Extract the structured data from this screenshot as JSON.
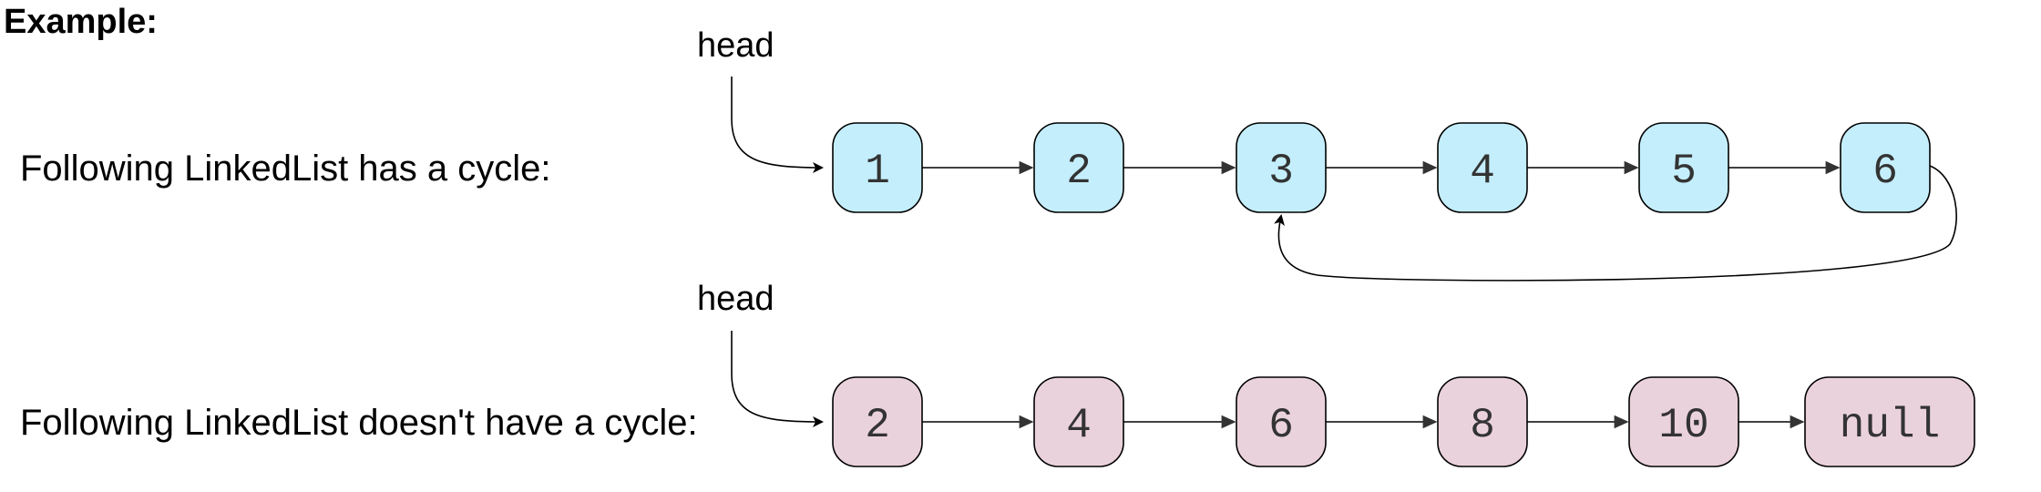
{
  "heading": "Example:",
  "colors": {
    "cycle_node_fill": "#c4eefc",
    "acyclic_node_fill": "#ead2dc",
    "stroke": "#000000",
    "arrowhead": "#333333"
  },
  "lists": [
    {
      "label": "Following LinkedList has a cycle:",
      "head_label": "head",
      "nodes": [
        "1",
        "2",
        "3",
        "4",
        "5",
        "6"
      ],
      "cycle_to_index": 2
    },
    {
      "label": "Following LinkedList doesn't have a cycle:",
      "head_label": "head",
      "nodes": [
        "2",
        "4",
        "6",
        "8",
        "10",
        "null"
      ],
      "cycle_to_index": null
    }
  ]
}
